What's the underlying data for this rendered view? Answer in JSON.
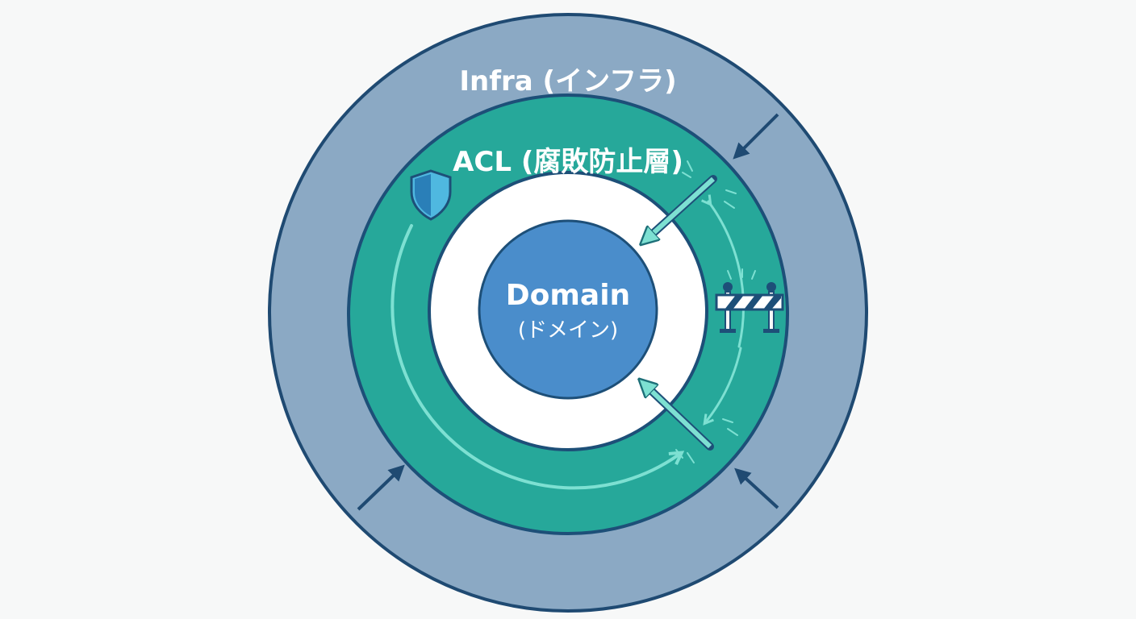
{
  "diagram": {
    "layers": {
      "infra": {
        "label": "Infra (インフラ)",
        "fill": "#8ba9c4",
        "stroke": "#1f4a72"
      },
      "acl": {
        "label": "ACL (腐敗防止層)",
        "fill": "#26a89a",
        "stroke": "#1d4f78"
      },
      "domain": {
        "label": "Domain",
        "sublabel": "(ドメイン)",
        "fill": "#4a8dcb",
        "stroke": "#1d4f78"
      }
    },
    "colors": {
      "background": "#f7f8f8",
      "text_light": "#ffffff",
      "flow_line": "#7de0d2",
      "arrow_dark": "#1f4a72"
    },
    "icons": [
      "shield-icon",
      "barrier-icon"
    ]
  }
}
